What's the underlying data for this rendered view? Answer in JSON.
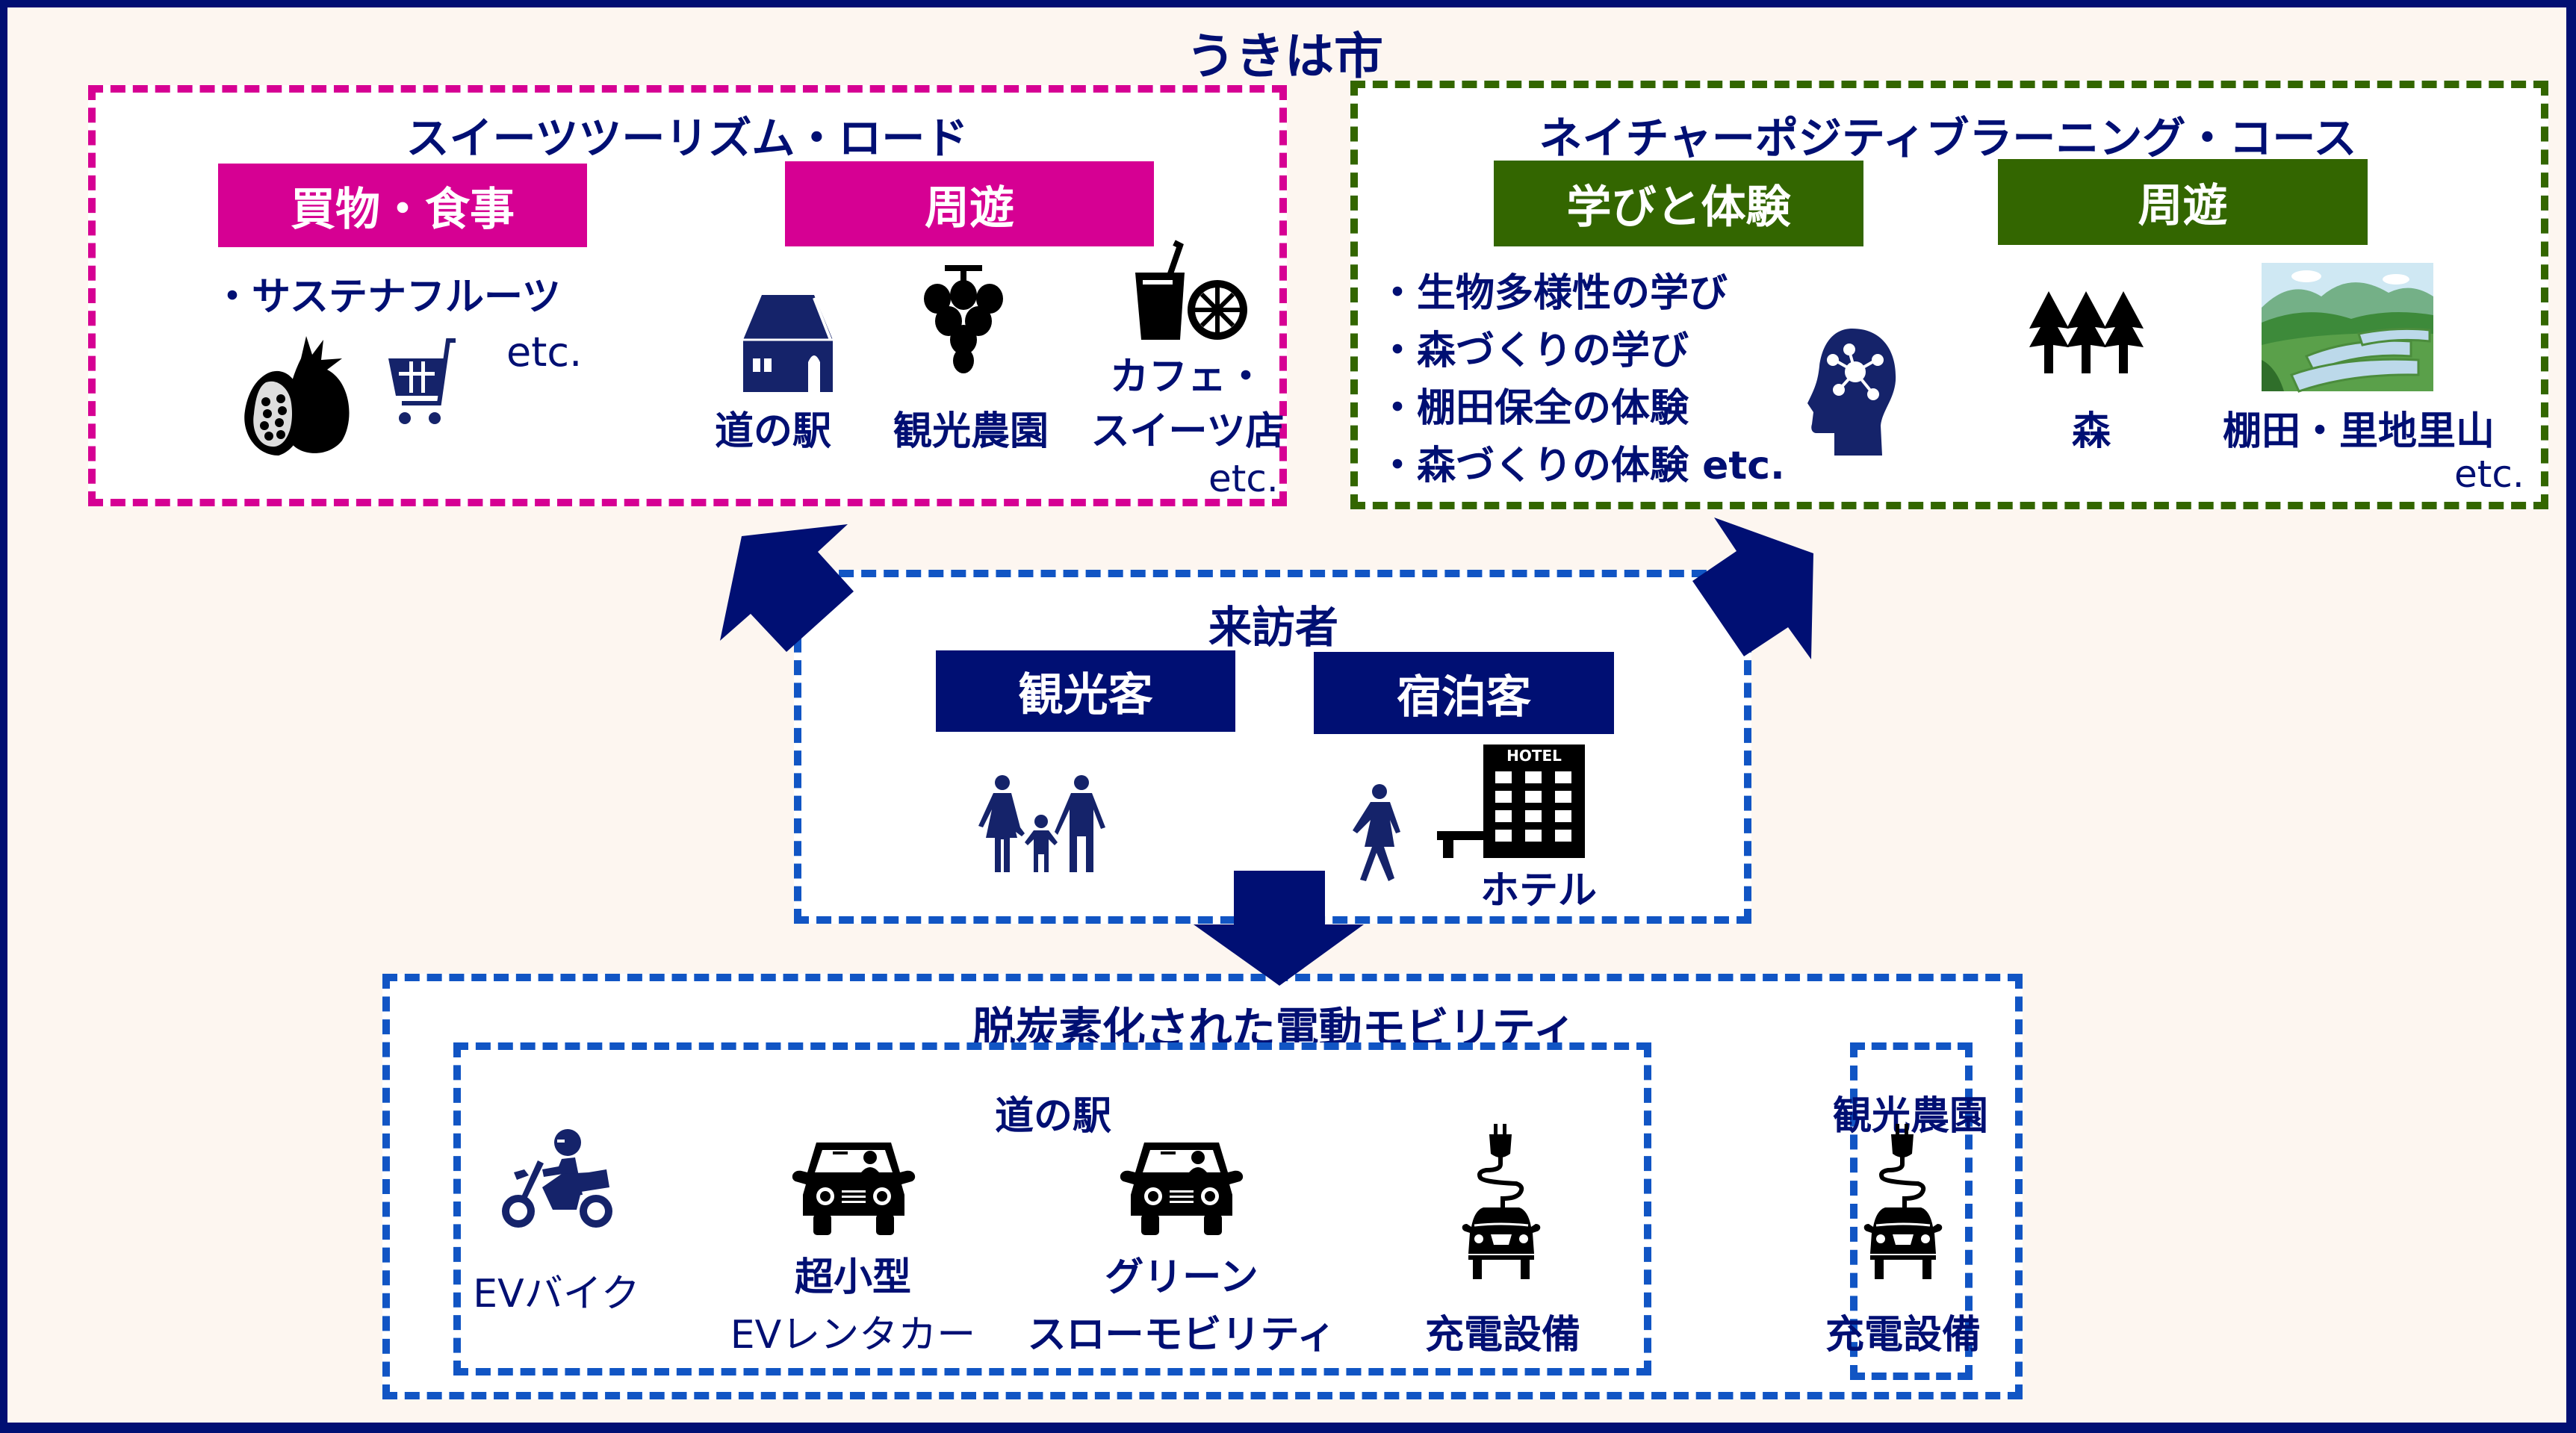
{
  "colors": {
    "navy": "#000f73",
    "pink": "#d60093",
    "green": "#336600",
    "blue": "#1155c4",
    "background": "#fdf6f0"
  },
  "city": {
    "title": "うきは市"
  },
  "sweets_road": {
    "title": "スイーツツーリズム・ロード",
    "shopping": {
      "label": "買物・食事",
      "bullet": "・サステナフルーツ",
      "etc": "etc.",
      "icons": [
        "pomegranate-icon",
        "shopping-cart-icon"
      ]
    },
    "tour": {
      "label": "周遊",
      "items": [
        {
          "icon": "house-icon",
          "label": "道の駅"
        },
        {
          "icon": "grapes-icon",
          "label": "観光農園"
        },
        {
          "icon": "cafe-drink-icon",
          "label_line1": "カフェ・",
          "label_line2": "スイーツ店"
        }
      ],
      "etc": "etc."
    }
  },
  "nature_course": {
    "title": "ネイチャーポジティブラーニング・コース",
    "learning": {
      "label": "学びと体験",
      "bullets": [
        "・生物多様性の学び",
        "・森づくりの学び",
        "・棚田保全の体験",
        "・森づくりの体験 etc."
      ],
      "icon": "head-network-icon"
    },
    "tour": {
      "label": "周遊",
      "items": [
        {
          "icon": "forest-icon",
          "label": "森"
        },
        {
          "icon": "terraced-rice-field-image",
          "label": "棚田・里地里山"
        }
      ],
      "etc": "etc."
    }
  },
  "visitors": {
    "title": "来訪者",
    "tourists": {
      "label": "観光客",
      "icon": "family-icon"
    },
    "overnight": {
      "label": "宿泊客",
      "icon": "walking-person-icon",
      "hotel_icon": "hotel-icon",
      "hotel_sign": "HOTEL",
      "hotel_label": "ホテル"
    }
  },
  "mobility": {
    "title": "脱炭素化された電動モビリティ",
    "station": {
      "title": "道の駅",
      "items": [
        {
          "icon": "motorbike-icon",
          "label_line1": "EVバイク",
          "label_line2": ""
        },
        {
          "icon": "car-icon",
          "label_line1": "超小型",
          "label_line2": "EVレンタカー"
        },
        {
          "icon": "car-icon",
          "label_line1": "グリーン",
          "label_line2": "スローモビリティ"
        },
        {
          "icon": "ev-charger-icon",
          "label_line1": "",
          "label_line2": "充電設備"
        }
      ]
    },
    "farm": {
      "title": "観光農園",
      "items": [
        {
          "icon": "ev-charger-icon",
          "label": "充電設備"
        }
      ]
    }
  }
}
